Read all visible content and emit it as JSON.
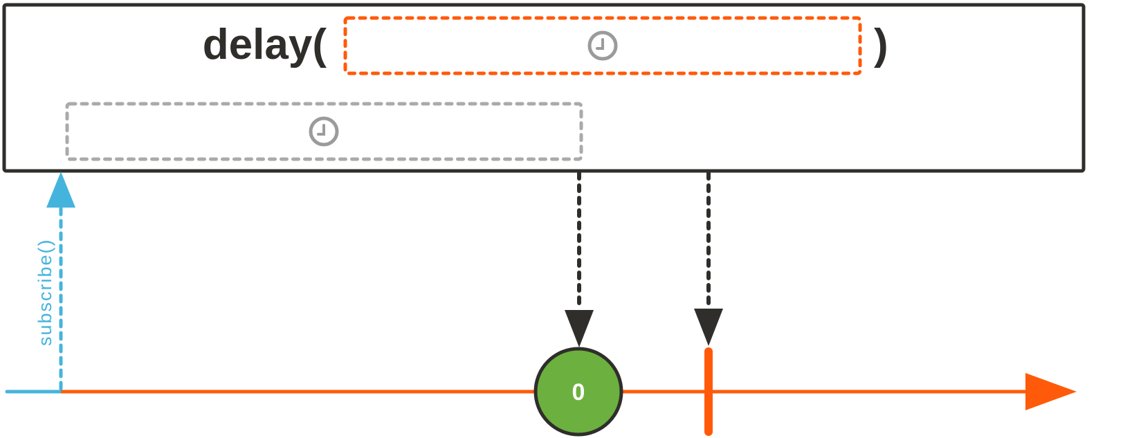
{
  "operator": {
    "name": "delay(",
    "close_paren": ")"
  },
  "icons": {
    "parameter_timer": "clock-icon",
    "subscription_delay_timer": "clock-icon"
  },
  "subscribe": {
    "label": "subscribe()"
  },
  "output": {
    "emissions": [
      {
        "value": "0"
      }
    ],
    "completion": true
  },
  "colors": {
    "timeline": "#ff5a0a",
    "operator_text": "#2f2e2b",
    "operator_border": "#2f2e2b",
    "parameter_box": "#ff5a0a",
    "delay_box": "#aaaaaa",
    "clock": "#9b9b9b",
    "subscribe": "#45b4dc",
    "marble_fill": "#6cb13f",
    "marble_stroke": "#2f2e2b",
    "marble_text": "#ffffff",
    "arrow": "#2f2e2b"
  }
}
